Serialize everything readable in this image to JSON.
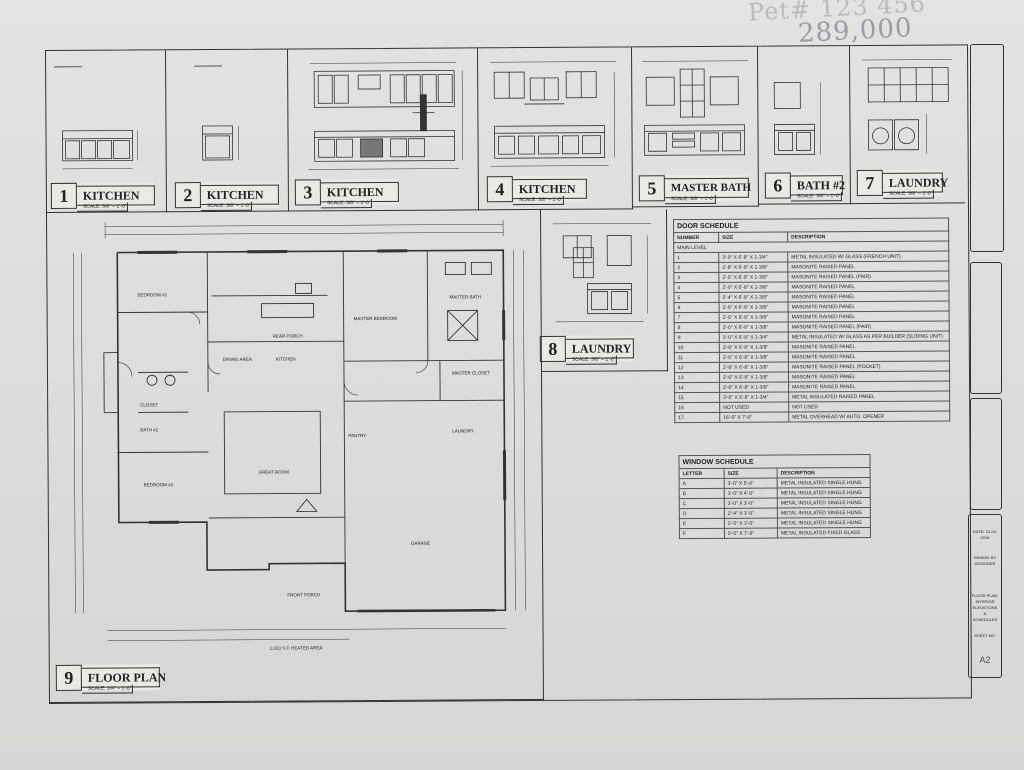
{
  "handwritten": {
    "line1": "Pet# 123 456",
    "line2": "289,000"
  },
  "details": [
    {
      "num": "1",
      "title": "KITCHEN",
      "scale": "SCALE: 3/8\" = 1'-0\""
    },
    {
      "num": "2",
      "title": "KITCHEN",
      "scale": "SCALE: 3/8\" = 1'-0\""
    },
    {
      "num": "3",
      "title": "KITCHEN",
      "scale": "SCALE: 3/8\" = 1'-0\""
    },
    {
      "num": "4",
      "title": "KITCHEN",
      "scale": "SCALE: 3/8\" = 1'-0\""
    },
    {
      "num": "5",
      "title": "MASTER BATH",
      "scale": "SCALE: 3/8\" = 1'-0\""
    },
    {
      "num": "6",
      "title": "BATH #2",
      "scale": "SCALE: 3/8\" = 1'-0\""
    },
    {
      "num": "7",
      "title": "LAUNDRY",
      "scale": "SCALE: 3/8\" = 1'-0\""
    },
    {
      "num": "8",
      "title": "LAUNDRY",
      "scale": "SCALE: 3/8\" = 1'-0\""
    },
    {
      "num": "9",
      "title": "FLOOR PLAN",
      "scale": "SCALE: 1/4\" = 1'-0\""
    }
  ],
  "floor_plan": {
    "rooms": {
      "bedroom2": "BEDROOM #2",
      "bedroom3": "BEDROOM #3",
      "dining": "DINING AREA",
      "kitchen": "KITCHEN",
      "master_bedroom": "MASTER BEDROOM",
      "master_bath": "MASTER BATH",
      "master_closet": "MASTER CLOSET",
      "great_room": "GREAT ROOM",
      "garage": "GARAGE",
      "laundry": "LAUNDRY",
      "closet": "CLOSET",
      "bath": "BATH #2",
      "pantry": "PANTRY",
      "porch": "REAR PORCH",
      "front_porch": "FRONT PORCH"
    },
    "total_area": "1,823 S.F. HEATED AREA"
  },
  "door_schedule": {
    "title": "DOOR SCHEDULE",
    "headers": [
      "NUMBER",
      "SIZE",
      "DESCRIPTION"
    ],
    "section": "MAIN LEVEL",
    "rows": [
      [
        "1",
        "3'-0\" X 6'-8\" X 1-3/4\"",
        "METAL INSULATED W/ GLASS (FRENCH UNIT)"
      ],
      [
        "2",
        "2'-8\" X 6'-8\" X 1-3/8\"",
        "MASONITE RAISED PANEL"
      ],
      [
        "3",
        "2'-0\" X 6'-8\" X 1-3/8\"",
        "MASONITE RAISED PANEL (PAIR)"
      ],
      [
        "4",
        "2'-0\" X 6'-8\" X 1-3/8\"",
        "MASONITE RAISED PANEL"
      ],
      [
        "5",
        "2'-4\" X 6'-8\" X 1-3/8\"",
        "MASONITE RAISED PANEL"
      ],
      [
        "6",
        "2'-6\" X 6'-8\" X 1-3/8\"",
        "MASONITE RAISED PANEL"
      ],
      [
        "7",
        "2'-6\" X 6'-8\" X 1-3/8\"",
        "MASONITE RAISED PANEL"
      ],
      [
        "8",
        "2'-0\" X 6'-8\" X 1-3/8\"",
        "MASONITE RAISED PANEL (PAIR)"
      ],
      [
        "9",
        "3'-0\" X 6'-8\" X 1-3/4\"",
        "METAL INSULATED W/ GLASS AS PER BUILDER (SLIDING UNIT)"
      ],
      [
        "10",
        "2'-8\" X 6'-8\" X 1-3/8\"",
        "MASONITE RAISED PANEL"
      ],
      [
        "11",
        "2'-6\" X 6'-8\" X 1-3/8\"",
        "MASONITE RAISED PANEL"
      ],
      [
        "12",
        "2'-8\" X 6'-8\" X 1-3/8\"",
        "MASONITE RAISED PANEL (POCKET)"
      ],
      [
        "13",
        "2'-6\" X 6'-8\" X 1-3/8\"",
        "MASONITE RAISED PANEL"
      ],
      [
        "14",
        "2'-0\" X 6'-8\" X 1-3/8\"",
        "MASONITE RAISED PANEL"
      ],
      [
        "15",
        "3'-0\" X 6'-8\" X 1-3/4\"",
        "METAL INSULATED RAISED PANEL"
      ],
      [
        "16",
        "NOT USED",
        "NOT USED"
      ],
      [
        "17",
        "16'-0\" X 7'-0\"",
        "METAL OVERHEAD W/ AUTO. OPENER"
      ]
    ]
  },
  "window_schedule": {
    "title": "WINDOW SCHEDULE",
    "headers": [
      "LETTER",
      "SIZE",
      "DESCRIPTION"
    ],
    "rows": [
      [
        "A",
        "3'-0\" X 5'-0\"",
        "METAL INSULATED SINGLE HUNG"
      ],
      [
        "B",
        "3'-0\" X 4'-0\"",
        "METAL INSULATED SINGLE HUNG"
      ],
      [
        "C",
        "3'-0\" X 3'-0\"",
        "METAL INSULATED SINGLE HUNG"
      ],
      [
        "D",
        "2'-4\" X 3'-0\"",
        "METAL INSULATED SINGLE HUNG"
      ],
      [
        "E",
        "2'-0\" X 3'-0\"",
        "METAL INSULATED SINGLE HUNG"
      ],
      [
        "F",
        "5'-0\" X 7'-0\"",
        "METAL INSULATED FIXED GLASS"
      ]
    ]
  },
  "title_block": {
    "date_label": "DATE: 10-24-2016",
    "drawn_label": "DRAWN: BY DESIGNER",
    "sheet_title": "FLOOR PLAN, INTERIOR ELEVATIONS & SCHEDULES",
    "sheet_no_label": "SHEET NO.",
    "sheet_no": "A2"
  }
}
